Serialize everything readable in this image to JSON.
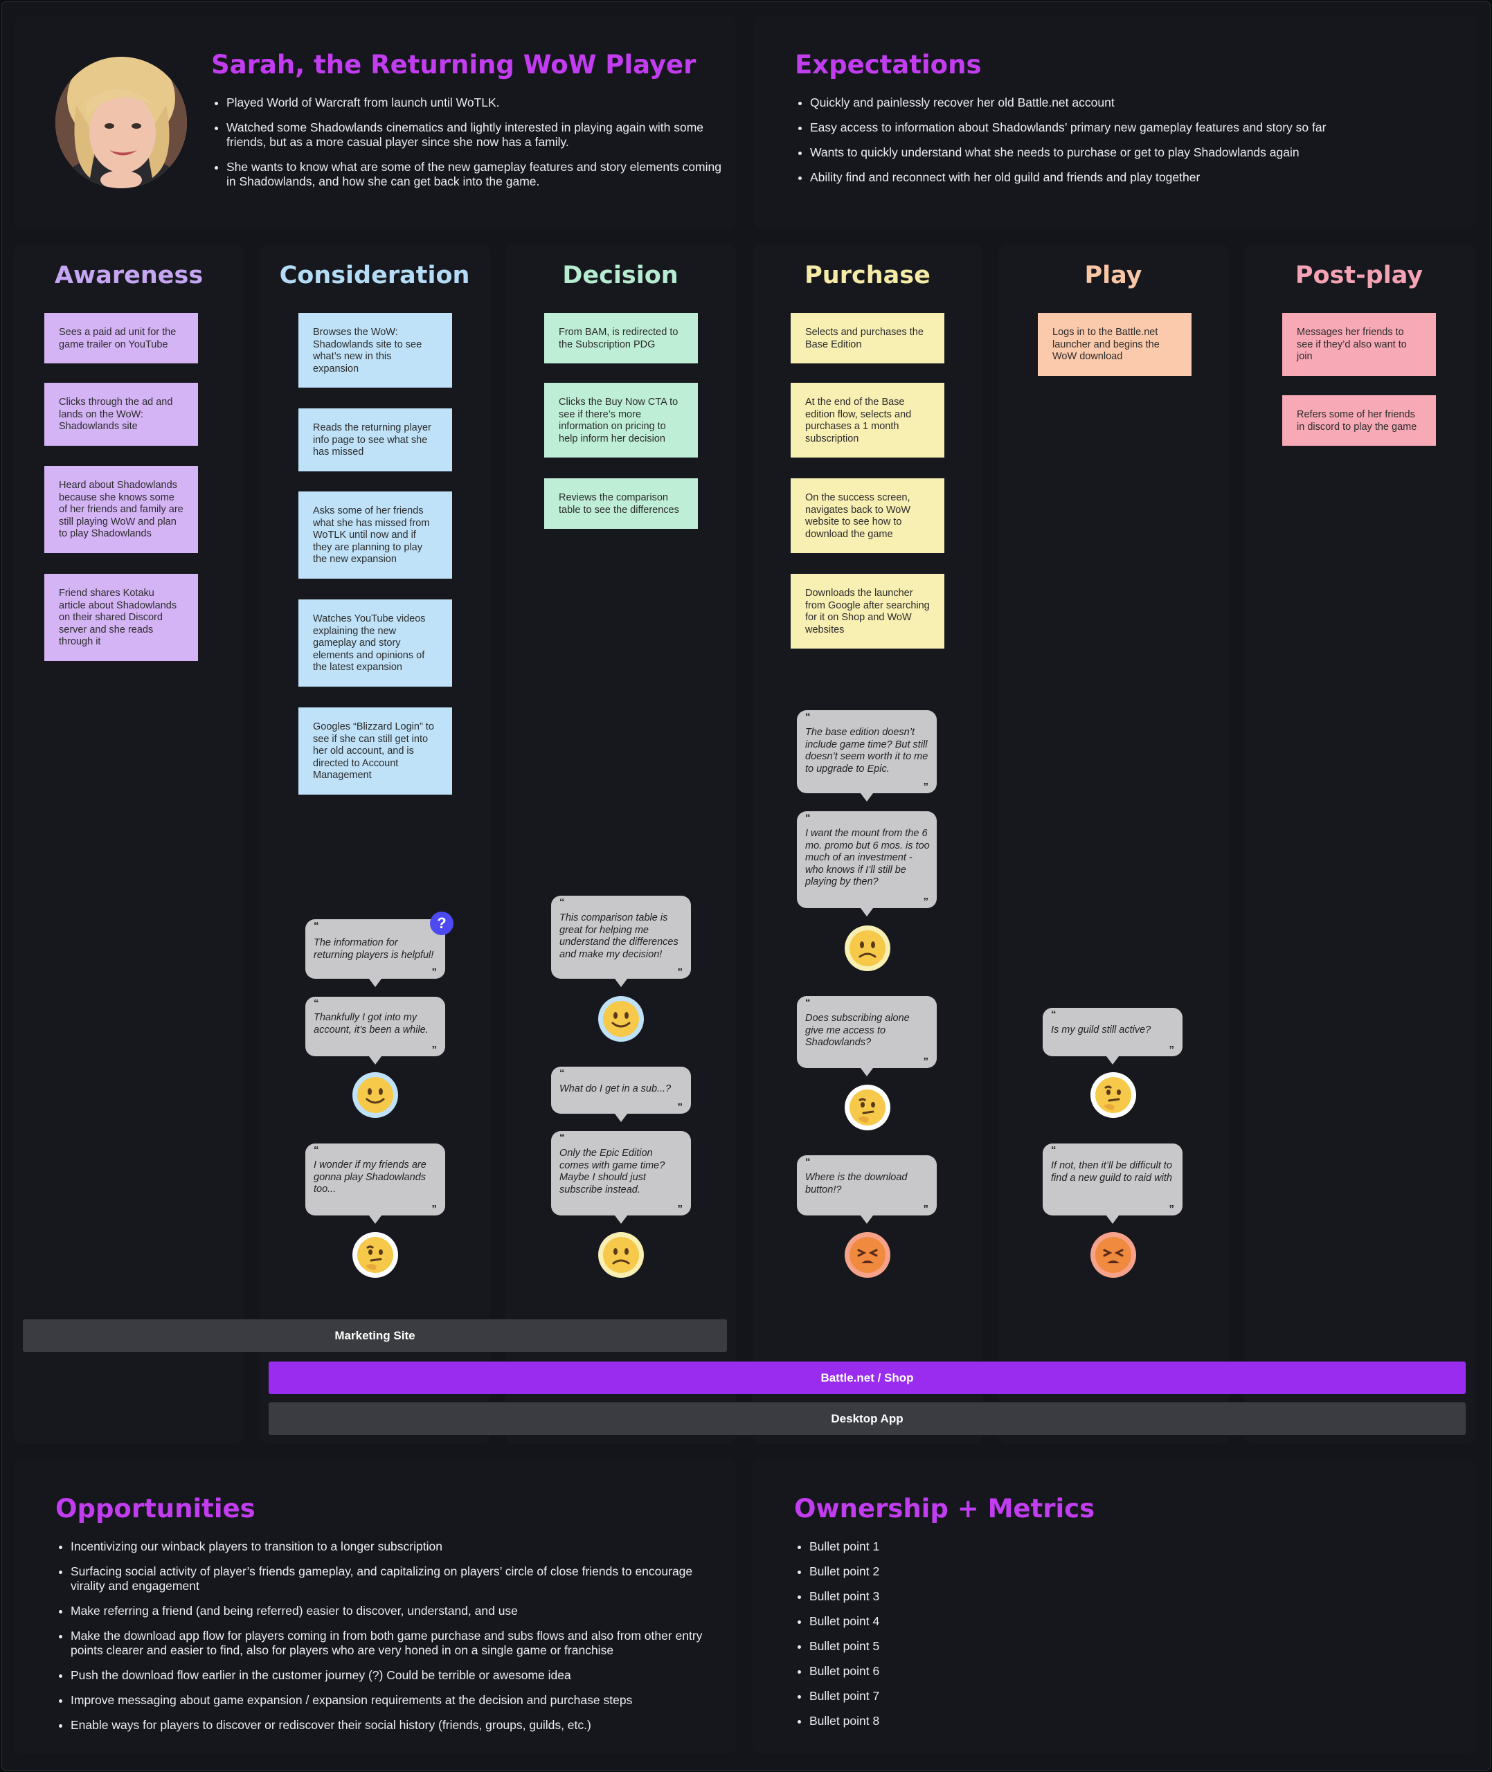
{
  "persona": {
    "name": "Sarah, the Returning WoW Player",
    "bullets": [
      "Played World of Warcraft from launch until WoTLK.",
      "Watched some Shadowlands cinematics and lightly interested in playing again with some friends, but as a more casual player since she now has a family.",
      "She wants to know what are some of the new gameplay features and story elements coming in Shadowlands, and how she can get back into the game."
    ]
  },
  "expectations": {
    "title": "Expectations",
    "bullets": [
      "Quickly and painlessly recover her old Battle.net account",
      "Easy access to information about Shadowlands’ primary new gameplay features and story so far",
      "Wants to quickly understand what she needs to purchase or get to play Shadowlands again",
      "Ability find and reconnect with her old guild and friends and play together"
    ]
  },
  "stages": [
    {
      "title": "Awareness",
      "color": "#c6a6f3",
      "notes": [
        "Sees a paid ad unit for the game trailer on YouTube",
        "Clicks through the ad and lands on the WoW: Shadowlands site",
        "Heard about Shadowlands because she knows some of her friends and family are still playing WoW and plan to play Shadowlands",
        "Friend shares Kotaku article about Shadowlands on their shared Discord server and she reads through it"
      ]
    },
    {
      "title": "Consideration",
      "color": "#b4dcf6",
      "notes": [
        "Browses the WoW: Shadowlands site to see what’s new in this expansion",
        "Reads the returning player info page to see what she has missed",
        "Asks some of her friends what she has missed from WoTLK until now and if they are planning to play the new expansion",
        "Watches YouTube videos explaining the new gameplay and story elements and opinions of the latest expansion",
        "Googles “Blizzard Login” to see if she can still get into her old account, and is directed to Account Management"
      ],
      "quotes": [
        "The information for returning players is helpful!",
        "Thankfully I got into my account, it’s been a while.",
        "I wonder if my friends are gonna play Shadowlands too..."
      ],
      "question_badge": "?"
    },
    {
      "title": "Decision",
      "color": "#b6ecd0",
      "notes": [
        "From BAM, is redirected to the Subscription PDG",
        "Clicks the Buy Now CTA to see if there’s more information on pricing to help inform her decision",
        "Reviews the comparison table to see the differences"
      ],
      "quotes": [
        "This comparison table is great for helping me understand the differences and make my decision!",
        "What do I get in a sub...?",
        "Only the Epic Edition comes with game time? Maybe I should just subscribe instead."
      ]
    },
    {
      "title": "Purchase",
      "color": "#f6eba6",
      "notes": [
        "Selects and purchases the Base Edition",
        "At the end of the Base edition flow, selects and purchases a 1 month subscription",
        "On the success screen, navigates back to WoW website to see how to download the game",
        "Downloads the launcher from Google after searching for it on Shop and WoW websites"
      ],
      "quotes": [
        "The base edition doesn’t include game time? But still doesn’t seem worth it to me to upgrade to Epic.",
        "I want the mount from the 6 mo. promo but 6 mos. is too much of an investment - who knows if I’ll still be playing by then?",
        "Does subscribing alone give me access to Shadowlands?",
        "Where is the download button!?"
      ]
    },
    {
      "title": "Play",
      "color": "#f9c6a6",
      "notes": [
        "Logs in to the Battle.net launcher and begins the WoW download"
      ],
      "quotes": [
        "Is my guild still active?",
        "If not, then it’ll be difficult to find a new guild to raid with"
      ]
    },
    {
      "title": "Post-play",
      "color": "#f5a3b4",
      "notes": [
        "Messages her friends to see if they’d also want to join",
        "Refers some of her friends in discord to play the game"
      ]
    }
  ],
  "channels": {
    "marketing": "Marketing Site",
    "battlenet": "Battle.net / Shop",
    "desktop": "Desktop App",
    "battlenet_color": "#9a2cf0",
    "neutral_color": "#3a3c42"
  },
  "opportunities": {
    "title": "Opportunities",
    "bullets": [
      "Incentivizing our winback players to transition to a longer subscription",
      "Surfacing social activity of player’s friends gameplay, and capitalizing on players’ circle of close friends to encourage virality and engagement",
      "Make referring a friend (and being referred) easier to discover, understand, and use",
      "Make the download app flow for players coming in from both game purchase and subs flows and also from other entry points clearer and easier to find, also for players who are very honed in on a single game or franchise",
      "Push the download flow earlier in the customer journey (?) Could be terrible or awesome idea",
      "Improve messaging about game expansion / expansion requirements at the decision and purchase steps",
      "Enable ways for players to discover or rediscover their social history (friends, groups, guilds, etc.)"
    ]
  },
  "ownership": {
    "title": "Ownership + Metrics",
    "bullets": [
      "Bullet point 1",
      "Bullet point 2",
      "Bullet point 3",
      "Bullet point 4",
      "Bullet point 5",
      "Bullet point 6",
      "Bullet point 7",
      "Bullet point 8"
    ]
  },
  "emotions": {
    "consideration": [
      "smile",
      "thinking"
    ],
    "decision": [
      "smile",
      "frown"
    ],
    "purchase": [
      "frown",
      "thinking",
      "tired"
    ],
    "play": [
      "thinking",
      "tired"
    ]
  },
  "colors": {
    "accent": "#c23cf0",
    "background": "#13151b"
  }
}
